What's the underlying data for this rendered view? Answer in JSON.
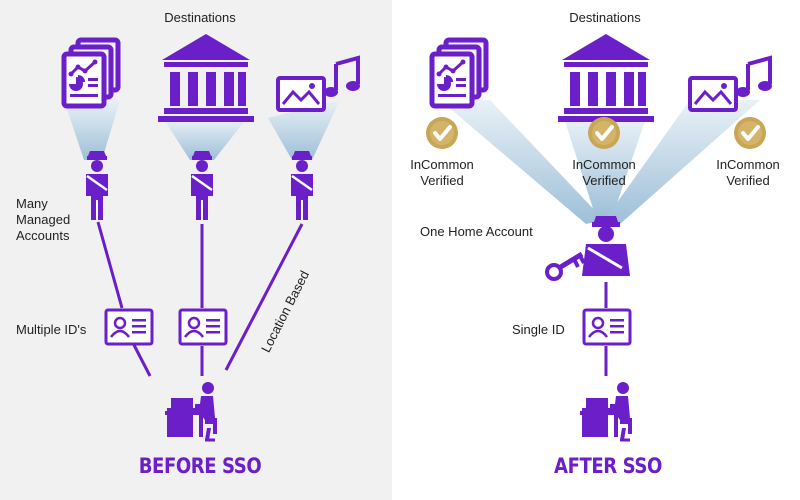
{
  "colors": {
    "accent": "#6a1fc9",
    "beam": "#bcd4e6",
    "badge": "#c9a655",
    "text": "#222222"
  },
  "before": {
    "title": "BEFORE SSO",
    "destinations_label": "Destinations",
    "many_accounts_label": "Many\nManaged\nAccounts",
    "multiple_ids_label": "Multiple ID's",
    "location_based_label": "Location Based"
  },
  "after": {
    "title": "AFTER SSO",
    "destinations_label": "Destinations",
    "verified_label": "InCommon\nVerified",
    "one_home_label": "One Home Account",
    "single_id_label": "Single ID"
  },
  "icons": [
    "documents-icon",
    "bank-icon",
    "media-icon",
    "person-icon",
    "id-card-icon",
    "desk-user-icon",
    "key-icon",
    "check-badge-icon"
  ]
}
